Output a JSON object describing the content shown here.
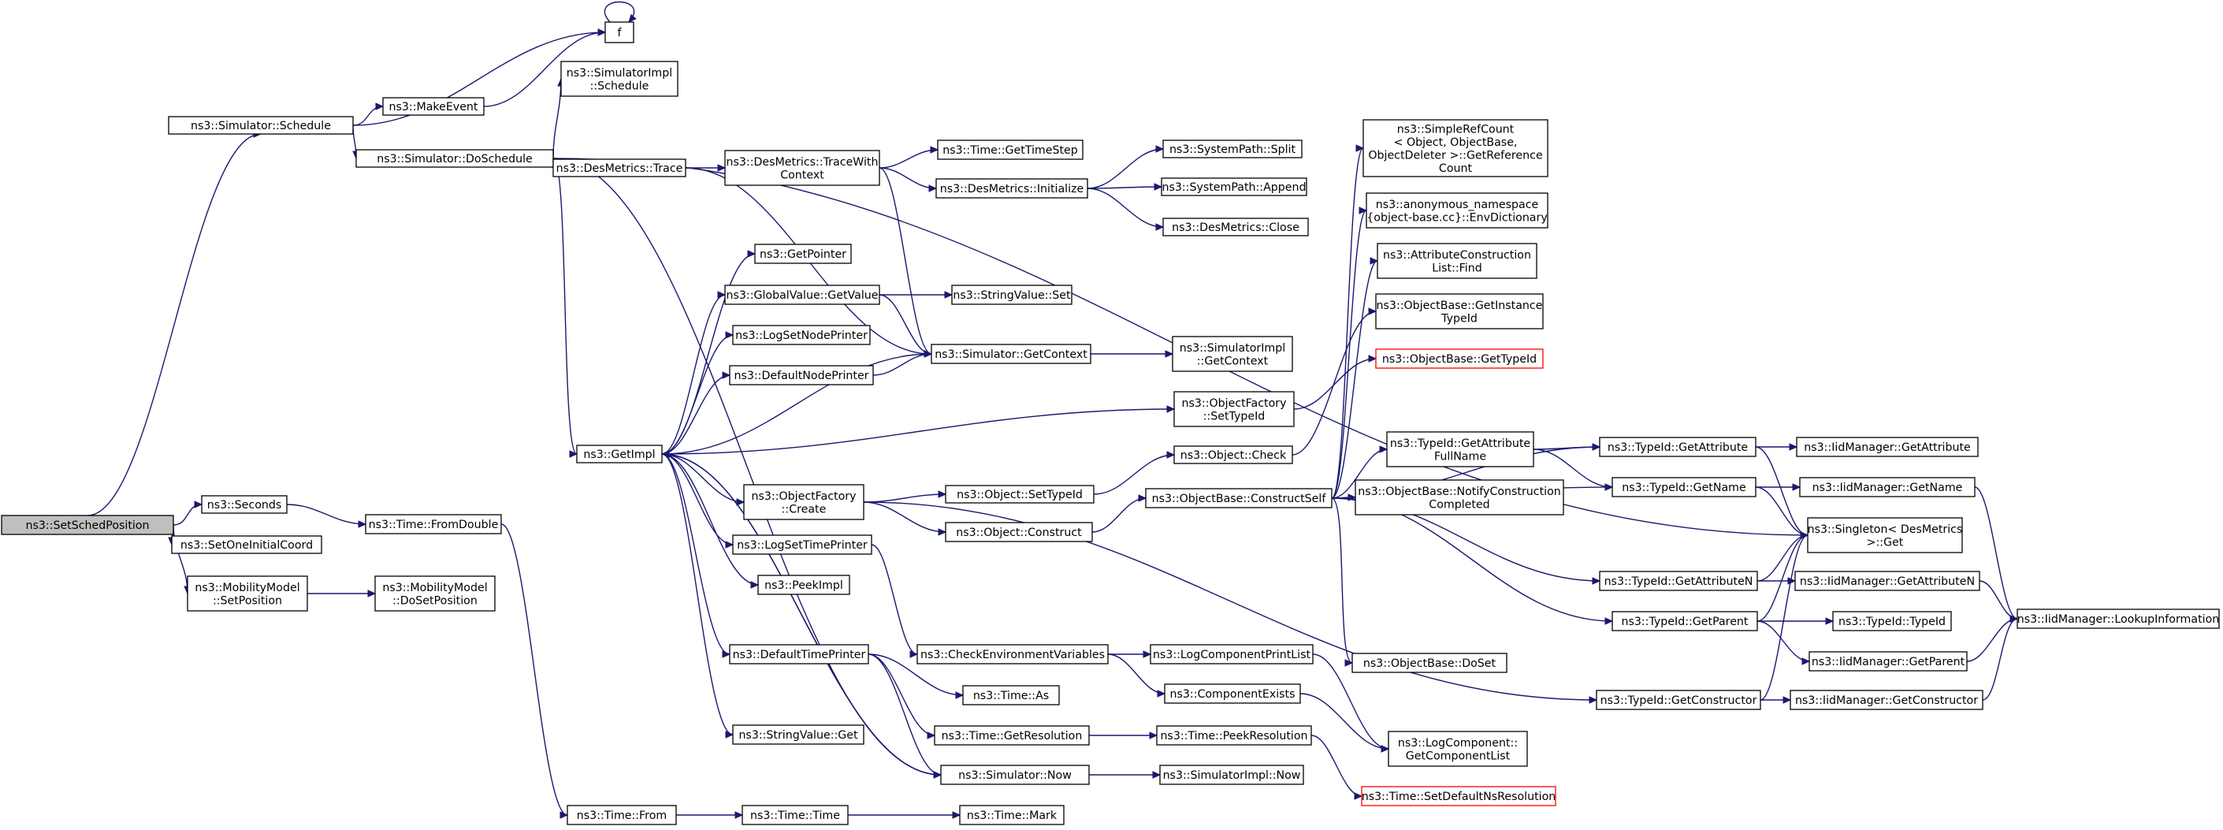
{
  "colors": {
    "edge": "#191970",
    "node_border": "#000000",
    "root_fill": "#bfbfbf",
    "red_border": "#ff0000"
  },
  "nodes": {
    "root": [
      "ns3::SetSchedPosition"
    ],
    "sched": [
      "ns3::Simulator::Schedule"
    ],
    "f": [
      "f"
    ],
    "makeEvent": [
      "ns3::MakeEvent"
    ],
    "simImplSched": [
      "ns3::SimulatorImpl",
      "::Schedule"
    ],
    "doSched": [
      "ns3::Simulator::DoSchedule"
    ],
    "seconds": [
      "ns3::Seconds"
    ],
    "setOne": [
      "ns3::SetOneInitialCoord"
    ],
    "mobSetPos": [
      "ns3::MobilityModel",
      "::SetPosition"
    ],
    "timeFromDouble": [
      "ns3::Time::FromDouble"
    ],
    "mobDoSetPos": [
      "ns3::MobilityModel",
      "::DoSetPosition"
    ],
    "trace": [
      "ns3::DesMetrics::Trace"
    ],
    "traceWith": [
      "ns3::DesMetrics::TraceWith",
      "Context"
    ],
    "getTimeStep": [
      "ns3::Time::GetTimeStep"
    ],
    "desInit": [
      "ns3::DesMetrics::Initialize"
    ],
    "spSplit": [
      "ns3::SystemPath::Split"
    ],
    "spAppend": [
      "ns3::SystemPath::Append"
    ],
    "desClose": [
      "ns3::DesMetrics::Close"
    ],
    "getPointer": [
      "ns3::GetPointer"
    ],
    "gvGetValue": [
      "ns3::GlobalValue::GetValue"
    ],
    "svSet": [
      "ns3::StringValue::Set"
    ],
    "logSetNode": [
      "ns3::LogSetNodePrinter"
    ],
    "defNode": [
      "ns3::DefaultNodePrinter"
    ],
    "simGetCtx": [
      "ns3::Simulator::GetContext"
    ],
    "simImplGetCtx": [
      "ns3::SimulatorImpl",
      "::GetContext"
    ],
    "getImpl": [
      "ns3::GetImpl"
    ],
    "ofSetTid": [
      "ns3::ObjectFactory",
      "::SetTypeId"
    ],
    "objCheck": [
      "ns3::Object::Check"
    ],
    "ofCreate": [
      "ns3::ObjectFactory",
      "::Create"
    ],
    "objSetTid": [
      "ns3::Object::SetTypeId"
    ],
    "objConstruct": [
      "ns3::Object::Construct"
    ],
    "obConstructSelf": [
      "ns3::ObjectBase::ConstructSelf"
    ],
    "logSetTime": [
      "ns3::LogSetTimePrinter"
    ],
    "peekImpl": [
      "ns3::PeekImpl"
    ],
    "defTime": [
      "ns3::DefaultTimePrinter"
    ],
    "checkEnv": [
      "ns3::CheckEnvironmentVariables"
    ],
    "timeAs": [
      "ns3::Time::As"
    ],
    "timeGetRes": [
      "ns3::Time::GetResolution"
    ],
    "svGet": [
      "ns3::StringValue::Get"
    ],
    "simNow": [
      "ns3::Simulator::Now"
    ],
    "timeFrom": [
      "ns3::Time::From"
    ],
    "timeTime": [
      "ns3::Time::Time"
    ],
    "timeMark": [
      "ns3::Time::Mark"
    ],
    "lcPrintList": [
      "ns3::LogComponentPrintList"
    ],
    "compExists": [
      "ns3::ComponentExists"
    ],
    "timePeekRes": [
      "ns3::Time::PeekResolution"
    ],
    "simImplNow": [
      "ns3::SimulatorImpl::Now"
    ],
    "srcGetRef": [
      "ns3::SimpleRefCount",
      "< Object, ObjectBase,",
      "ObjectDeleter >::GetReference",
      "Count"
    ],
    "anonEnv": [
      "ns3::anonymous_namespace",
      "{object-base.cc}::EnvDictionary"
    ],
    "acFind": [
      "ns3::AttributeConstruction",
      "List::Find"
    ],
    "obGetInstTid": [
      "ns3::ObjectBase::GetInstance",
      "TypeId"
    ],
    "obGetTid": [
      "ns3::ObjectBase::GetTypeId"
    ],
    "tidGetAttrFull": [
      "ns3::TypeId::GetAttribute",
      "FullName"
    ],
    "obNotify": [
      "ns3::ObjectBase::NotifyConstruction",
      "Completed"
    ],
    "obDoSet": [
      "ns3::ObjectBase::DoSet"
    ],
    "lcGetList": [
      "ns3::LogComponent::",
      "GetComponentList"
    ],
    "timeSetDef": [
      "ns3::Time::SetDefaultNsResolution"
    ],
    "tidGetAttr": [
      "ns3::TypeId::GetAttribute"
    ],
    "tidGetName": [
      "ns3::TypeId::GetName"
    ],
    "tidGetAttrN": [
      "ns3::TypeId::GetAttributeN"
    ],
    "tidGetParent": [
      "ns3::TypeId::GetParent"
    ],
    "tidGetCtor": [
      "ns3::TypeId::GetConstructor"
    ],
    "idmGetAttr": [
      "ns3::IidManager::GetAttribute"
    ],
    "idmGetName": [
      "ns3::IidManager::GetName"
    ],
    "singleton": [
      "ns3::Singleton< DesMetrics",
      ">::Get"
    ],
    "idmGetAttrN": [
      "ns3::IidManager::GetAttributeN"
    ],
    "tidTypeId": [
      "ns3::TypeId::TypeId"
    ],
    "idmGetParent": [
      "ns3::IidManager::GetParent"
    ],
    "idmGetCtor": [
      "ns3::IidManager::GetConstructor"
    ],
    "idmLookup": [
      "ns3::IidManager::LookupInformation"
    ]
  }
}
